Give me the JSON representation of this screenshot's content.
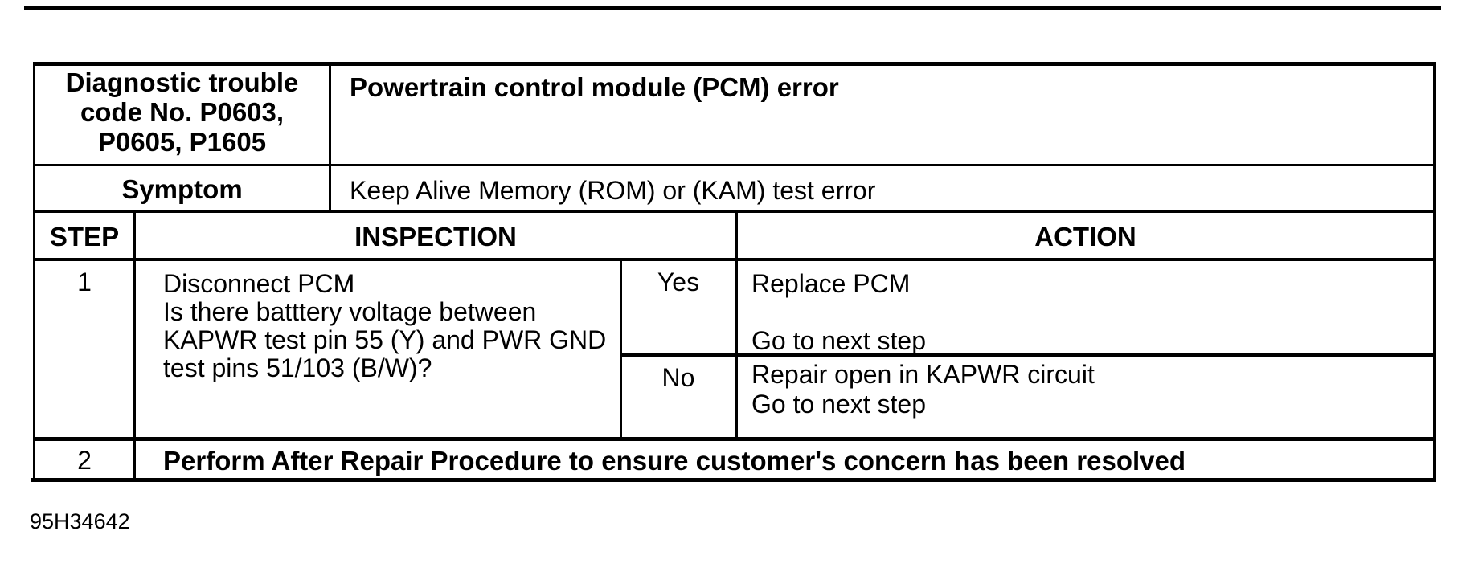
{
  "colors": {
    "ink": "#000000",
    "paper": "#ffffff"
  },
  "dtc": {
    "code_line1": "Diagnostic trouble",
    "code_line2": "code No. P0603,",
    "code_line3": "P0605, P1605",
    "description": "Powertrain control module (PCM) error"
  },
  "symptom": {
    "label": "Symptom",
    "description": "Keep Alive Memory (ROM) or (KAM) test error"
  },
  "columns": {
    "step": "STEP",
    "inspection": "INSPECTION",
    "action": "ACTION"
  },
  "step1": {
    "number": "1",
    "inspection_line1": "Disconnect PCM",
    "inspection_line2": "Is there batttery voltage between",
    "inspection_line3": "KAPWR test pin 55 (Y) and PWR GND",
    "inspection_line4": "test pins 51/103 (B/W)?",
    "yes": {
      "answer": "Yes",
      "action_line1": "Replace PCM",
      "action_line2": "Go to next step"
    },
    "no": {
      "answer": "No",
      "action_line1": "Repair open in KAPWR circuit",
      "action_line2": "Go to next step"
    }
  },
  "step2": {
    "number": "2",
    "instruction": "Perform After Repair Procedure to ensure customer's concern has been resolved"
  },
  "figure_id": "95H34642"
}
